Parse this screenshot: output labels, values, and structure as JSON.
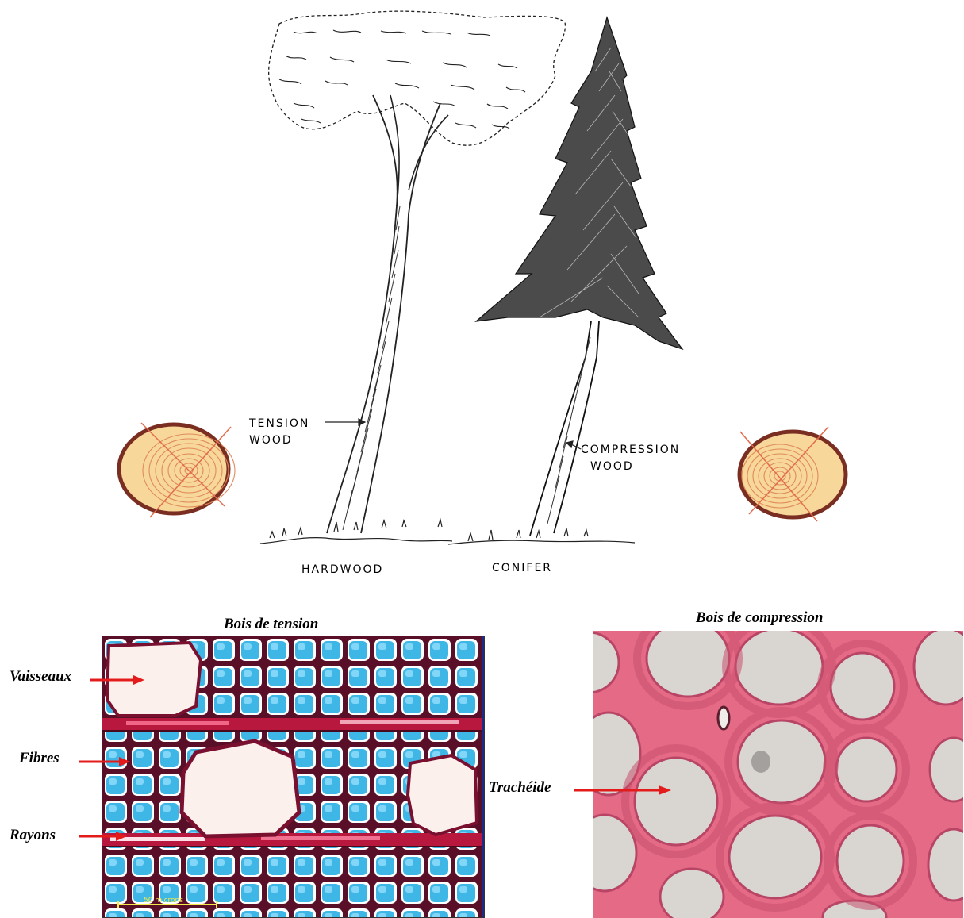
{
  "trees": {
    "tension_label_line1": "TENSION",
    "tension_label_line2": "WOOD",
    "compression_label_line1": "COMPRESSION",
    "compression_label_line2": "WOOD",
    "hardwood_label": "HARDWOOD",
    "conifer_label": "CONIFER"
  },
  "micrographs": {
    "tension_title": "Bois de tension",
    "compression_title": "Bois de compression",
    "scale_bar_text": "50 microns",
    "labels": {
      "vessels": "Vaisseaux",
      "fibres": "Fibres",
      "rays": "Rayons",
      "tracheid": "Trachéide"
    }
  },
  "colors": {
    "log_fill": "#f7d89a",
    "log_bark": "#7a2e22",
    "ring": "#e08a5a",
    "cross": "#e36a4a",
    "arrow": "#e31b1b",
    "fiber_cyan": "#3fb7e6",
    "cell_wall_dark": "#6b1230",
    "tracheid_pink": "#e0607e"
  }
}
